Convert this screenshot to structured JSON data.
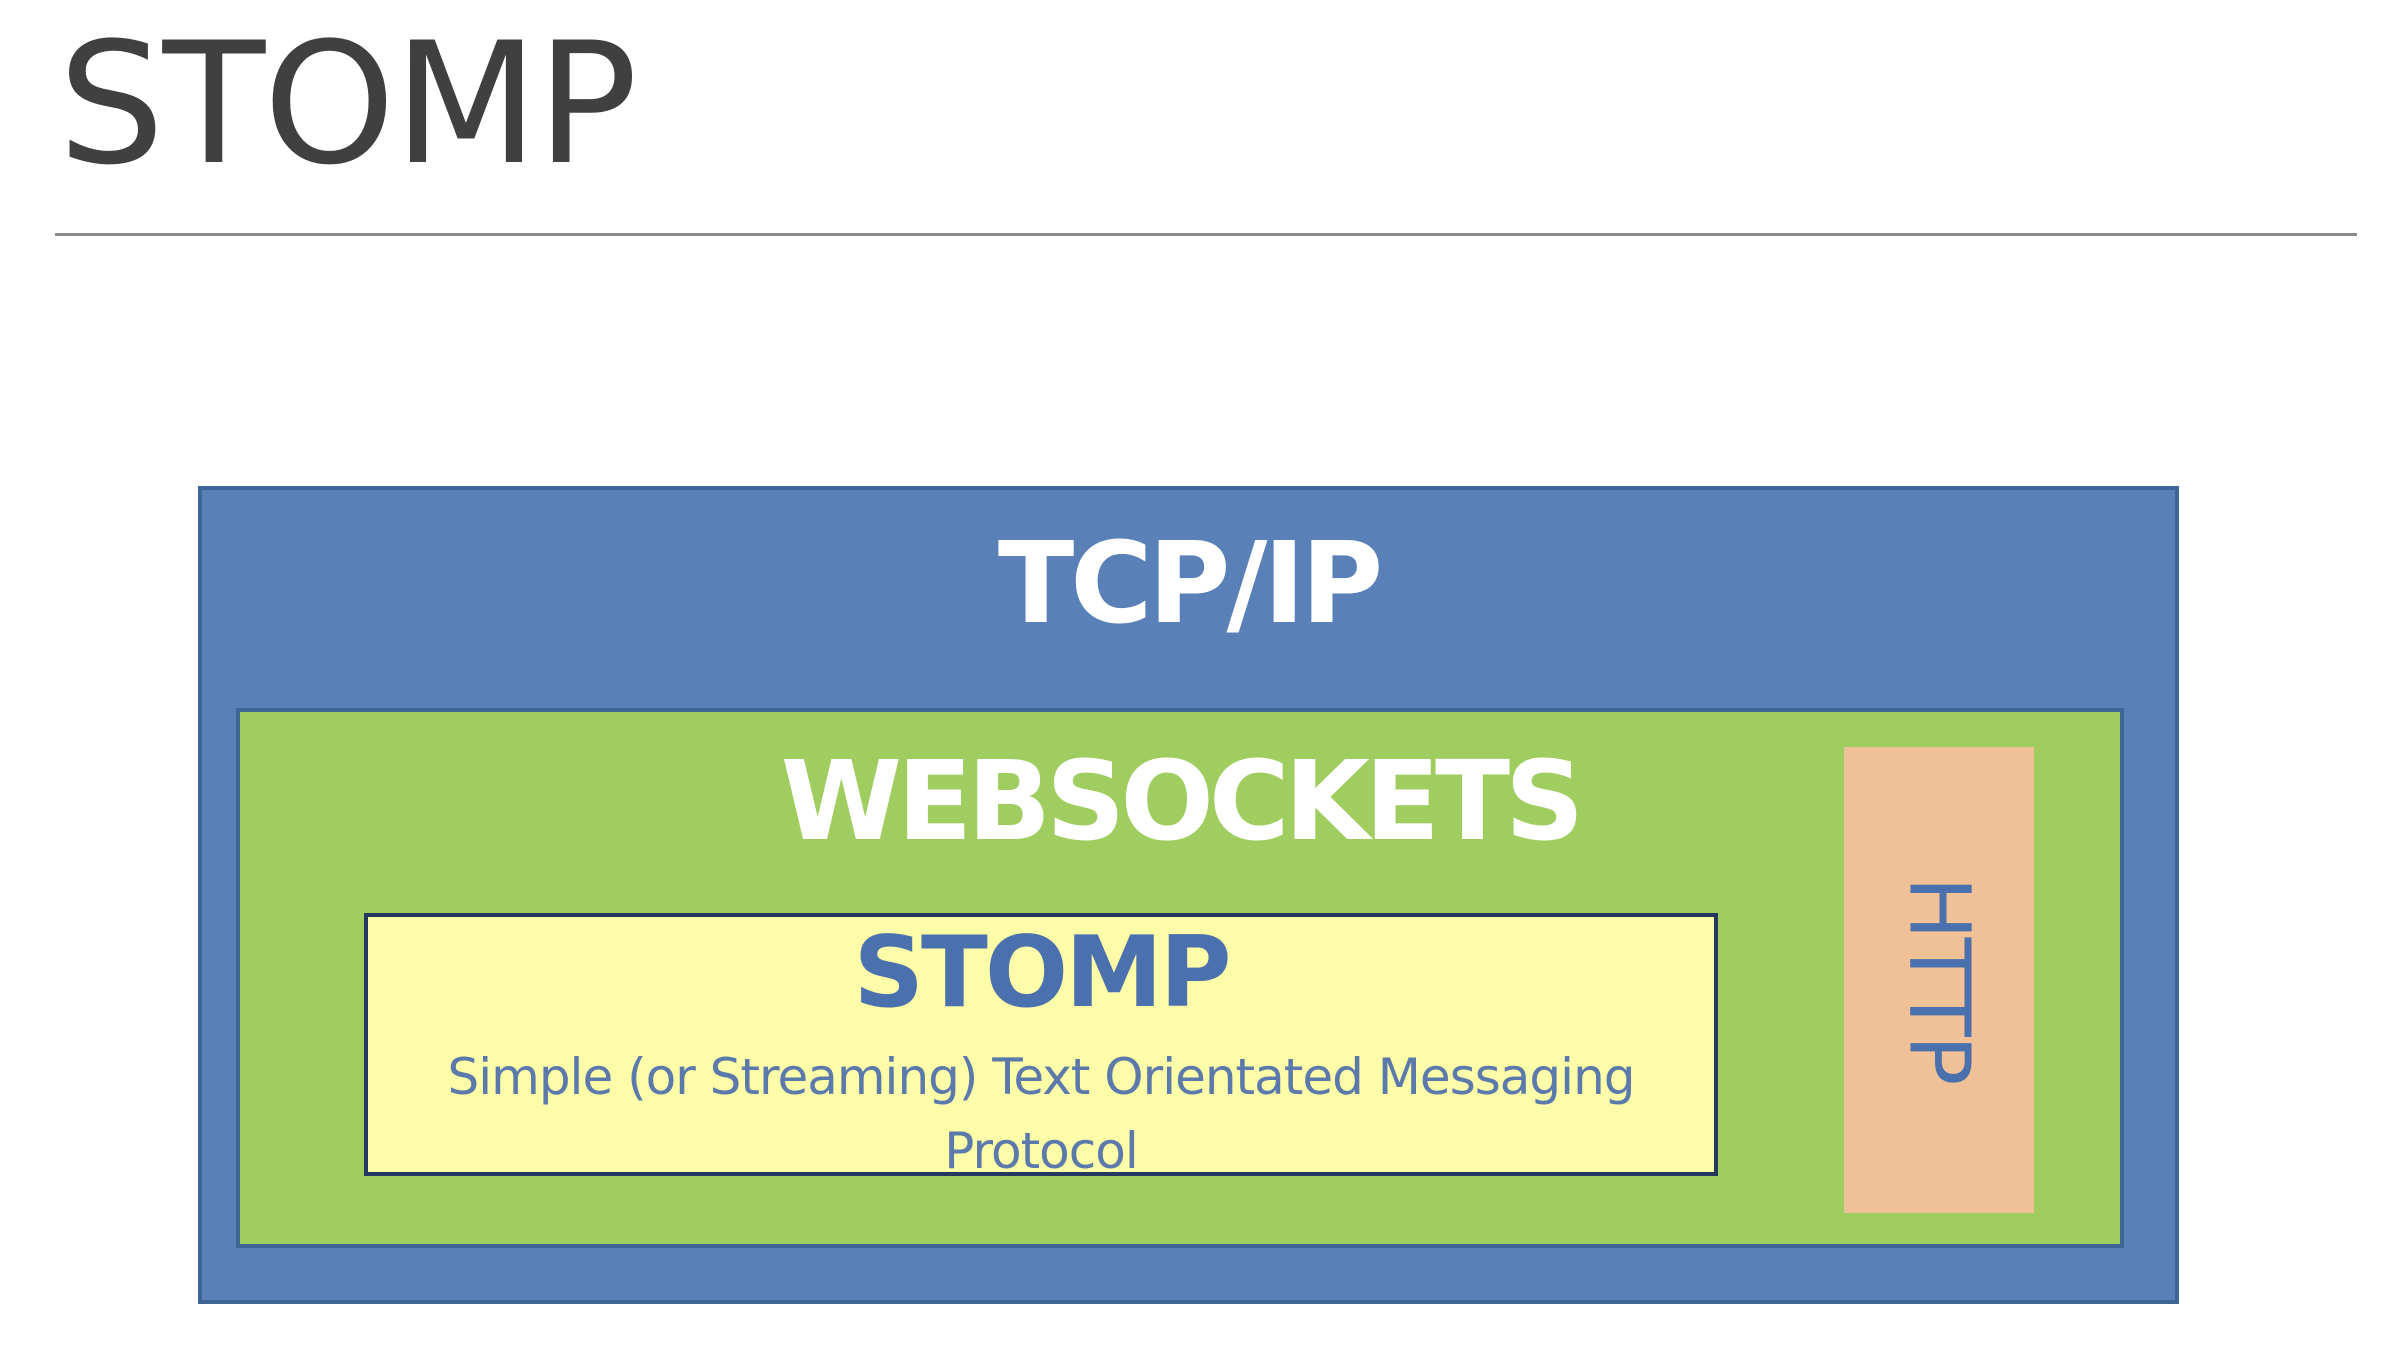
{
  "slide": {
    "title": "STOMP"
  },
  "diagram": {
    "tcp": {
      "label": "TCP/IP",
      "fill": "#5a80b8"
    },
    "websockets": {
      "label": "WEBSOCKETS",
      "fill": "#a0cd60"
    },
    "stomp": {
      "label": "STOMP",
      "description": "Simple (or Streaming) Text Orientated Messaging Protocol",
      "fill": "#fdfca8"
    },
    "http": {
      "label": "HTTP",
      "fill": "#f0c096"
    }
  }
}
